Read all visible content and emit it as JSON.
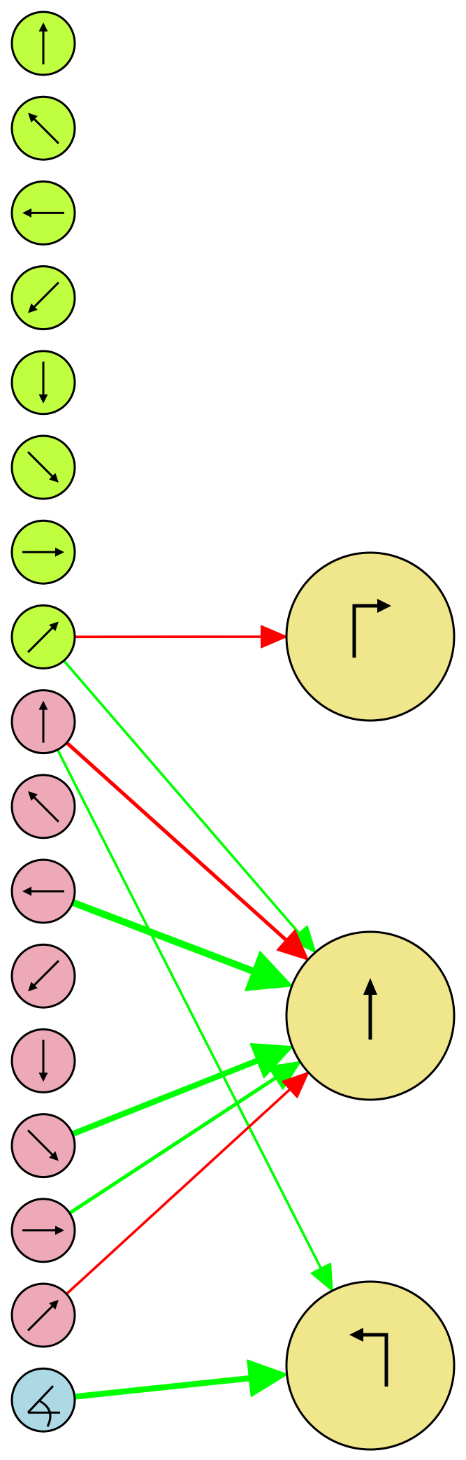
{
  "colors": {
    "input_green": "#BFFF40",
    "input_pink": "#EDA9B8",
    "input_blue": "#ADD8E6",
    "output_yellow": "#F0E68C",
    "edge_green": "#00FF00",
    "edge_red": "#FF0000",
    "stroke": "#000000"
  },
  "input_nodes": [
    {
      "id": "green-up",
      "group": "green",
      "icon": "arrow-up-icon"
    },
    {
      "id": "green-up-left",
      "group": "green",
      "icon": "arrow-up-left-icon"
    },
    {
      "id": "green-left",
      "group": "green",
      "icon": "arrow-left-icon"
    },
    {
      "id": "green-down-left",
      "group": "green",
      "icon": "arrow-down-left-icon"
    },
    {
      "id": "green-down",
      "group": "green",
      "icon": "arrow-down-icon"
    },
    {
      "id": "green-down-right",
      "group": "green",
      "icon": "arrow-down-right-icon"
    },
    {
      "id": "green-right",
      "group": "green",
      "icon": "arrow-right-icon"
    },
    {
      "id": "green-up-right",
      "group": "green",
      "icon": "arrow-up-right-icon"
    },
    {
      "id": "pink-up",
      "group": "pink",
      "icon": "arrow-up-icon"
    },
    {
      "id": "pink-up-left",
      "group": "pink",
      "icon": "arrow-up-left-icon"
    },
    {
      "id": "pink-left",
      "group": "pink",
      "icon": "arrow-left-icon"
    },
    {
      "id": "pink-down-left",
      "group": "pink",
      "icon": "arrow-down-left-icon"
    },
    {
      "id": "pink-down",
      "group": "pink",
      "icon": "arrow-down-icon"
    },
    {
      "id": "pink-down-right",
      "group": "pink",
      "icon": "arrow-down-right-icon"
    },
    {
      "id": "pink-right",
      "group": "pink",
      "icon": "arrow-right-icon"
    },
    {
      "id": "pink-up-right",
      "group": "pink",
      "icon": "arrow-up-right-icon"
    },
    {
      "id": "blue-angle",
      "group": "blue",
      "icon": "angle-icon"
    }
  ],
  "output_nodes": [
    {
      "id": "out-turn-right",
      "icon": "turn-right-icon"
    },
    {
      "id": "out-straight",
      "icon": "straight-up-icon"
    },
    {
      "id": "out-turn-left",
      "icon": "turn-left-icon"
    }
  ],
  "edges": [
    {
      "from": "green-up-right",
      "to": "out-turn-right",
      "color": "red",
      "weight": 1
    },
    {
      "from": "green-up-right",
      "to": "out-straight",
      "color": "green",
      "weight": 1
    },
    {
      "from": "pink-up",
      "to": "out-straight",
      "color": "red",
      "weight": 2
    },
    {
      "from": "pink-up",
      "to": "out-turn-left",
      "color": "green",
      "weight": 1
    },
    {
      "from": "pink-left",
      "to": "out-straight",
      "color": "green",
      "weight": 5
    },
    {
      "from": "pink-down-right",
      "to": "out-straight",
      "color": "green",
      "weight": 4
    },
    {
      "from": "pink-right",
      "to": "out-straight",
      "color": "green",
      "weight": 2
    },
    {
      "from": "pink-up-right",
      "to": "out-straight",
      "color": "red",
      "weight": 1
    },
    {
      "from": "blue-angle",
      "to": "out-turn-left",
      "color": "green",
      "weight": 4
    }
  ]
}
